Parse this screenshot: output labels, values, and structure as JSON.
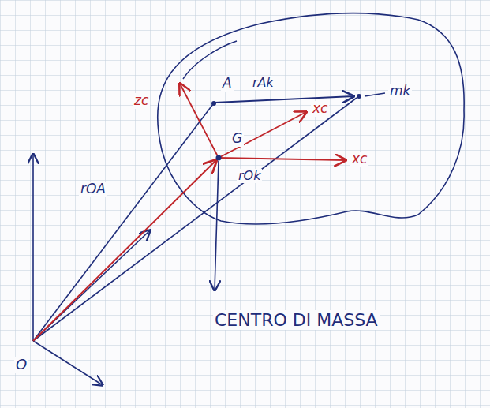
{
  "diagram": {
    "labels": [
      "A",
      "rAk",
      "mk",
      "zc",
      "G",
      "xc",
      "xc",
      "rOA",
      "rOk",
      "CENTRO DI MASSA",
      "O"
    ]
  }
}
